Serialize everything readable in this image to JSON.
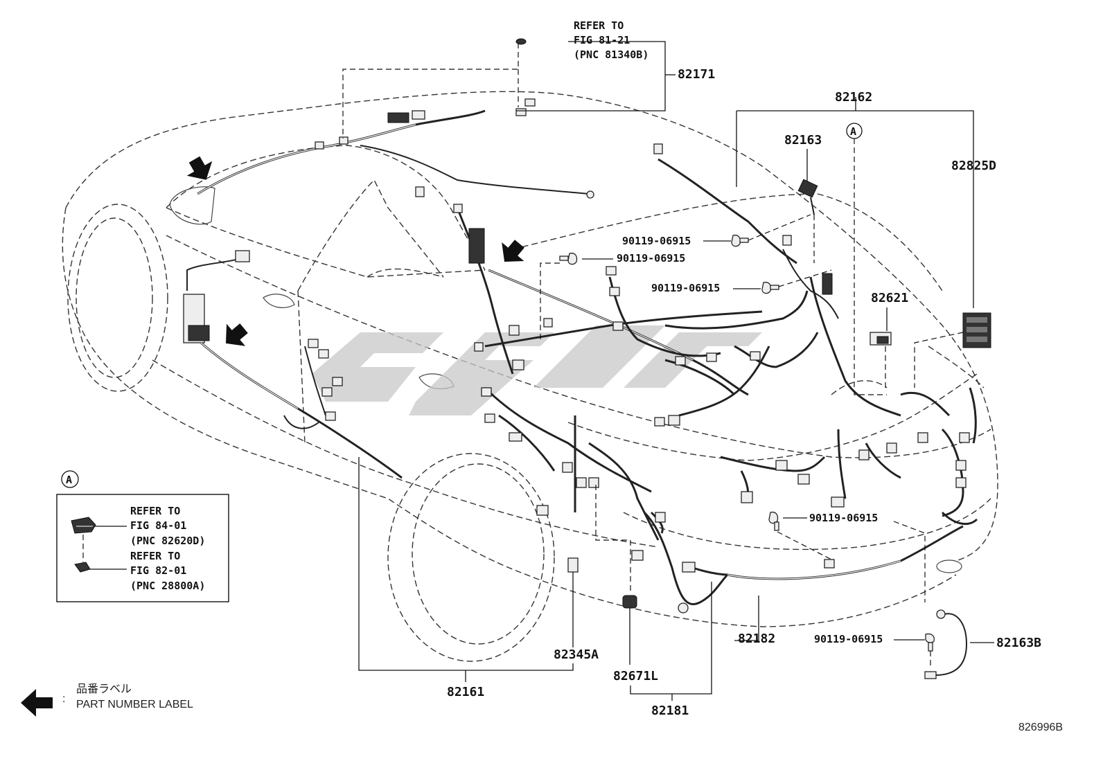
{
  "callouts": {
    "top_ref": [
      "REFER TO",
      "FIG 81-21",
      "(PNC 81340B)"
    ],
    "p82171": "82171",
    "p82162": "82162",
    "p82163": "82163",
    "circle_a": "A",
    "p82825D": "82825D",
    "bolt1": "90119-06915",
    "bolt2": "90119-06915",
    "bolt3": "90119-06915",
    "p82621": "82621",
    "bolt4": "90119-06915",
    "bolt5": "90119-06915",
    "p82163B": "82163B",
    "p82182": "82182",
    "p82345A": "82345A",
    "p82671L": "82671L",
    "p82161": "82161",
    "p82181": "82181"
  },
  "detail_box": {
    "marker": "A",
    "ref1": [
      "REFER TO",
      "FIG 84-01",
      "(PNC 82620D)"
    ],
    "ref2": [
      "REFER TO",
      "FIG 82-01",
      "(PNC 28800A)"
    ]
  },
  "legend": {
    "jp_label": "品番ラベル",
    "en_label": "PART NUMBER LABEL",
    "separator": ":"
  },
  "figure_code": "826996B"
}
